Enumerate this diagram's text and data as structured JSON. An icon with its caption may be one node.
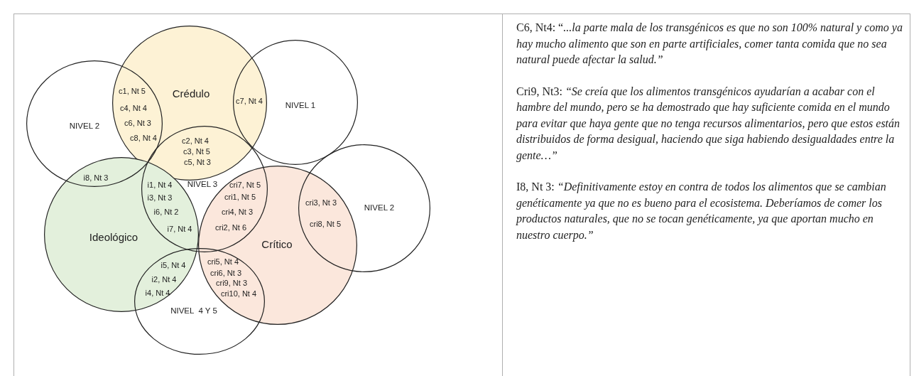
{
  "diagram": {
    "nodes": [
      {
        "text": [
          "Crédulo"
        ]
      },
      {
        "text": [
          "NIVEL 1"
        ]
      },
      {
        "text": [
          "NIVEL 2"
        ]
      },
      {
        "text": [
          "NIVEL 3"
        ]
      },
      {
        "text": [
          "NIVEL 2"
        ]
      },
      {
        "text": [
          "Ideológico"
        ]
      },
      {
        "text": [
          "Crítico"
        ]
      },
      {
        "text": [
          "NIVEL  4 Y 5"
        ]
      }
    ],
    "edges": [],
    "labels": [
      "c1, Nt 5",
      "c4, Nt 4",
      "c7, Nt 4",
      "c6, Nt 3",
      "c8, Nt 4",
      "c2, Nt 4",
      "c3, Nt 5",
      "c5, Nt 3",
      "i8, Nt 3",
      "cri3, Nt 3",
      "i1, Nt 4",
      "cri7, Nt 5",
      "i3, Nt 3",
      "cri1, Nt 5",
      "cri8, Nt 5",
      "i6, Nt 2",
      "cri4, Nt 3",
      "i7, Nt 4",
      "cri2, Nt 6",
      "i5, Nt 4",
      "cri5, Nt 4",
      "i2, Nt 4",
      "cri6, Nt 3",
      "i4, Nt 4",
      "cri9, Nt 3",
      "cri10, Nt 4",
      "C6, Nt4: “*...la parte mala de los transgénicos es que no son 100% natural y como ya hay mucho alimento que son en parte artificiales, comer tanta comida que no sea natural puede afectar la salud.”*",
      "Cri9, Nt3: *“Se creía que los alimentos transgénicos ayudarían a acabar con el hambre del mundo, pero se ha demostrado que hay suficiente comida en el mundo para evitar que haya gente que no tenga recursos alimentarios, pero que estos están distribuidos de forma desigual, haciendo que siga habiendo desigualdades entre la gente…”*",
      "I8, Nt 3: *“Definitivamente estoy en contra de todos los alimentos que se cambian genéticamente ya que no es bueno para el ecosistema. Deberíamos de comer los productos naturales, que no se tocan genéticamente, ya que aportan mucho en nuestro cuerpo.”*"
    ]
  }
}
